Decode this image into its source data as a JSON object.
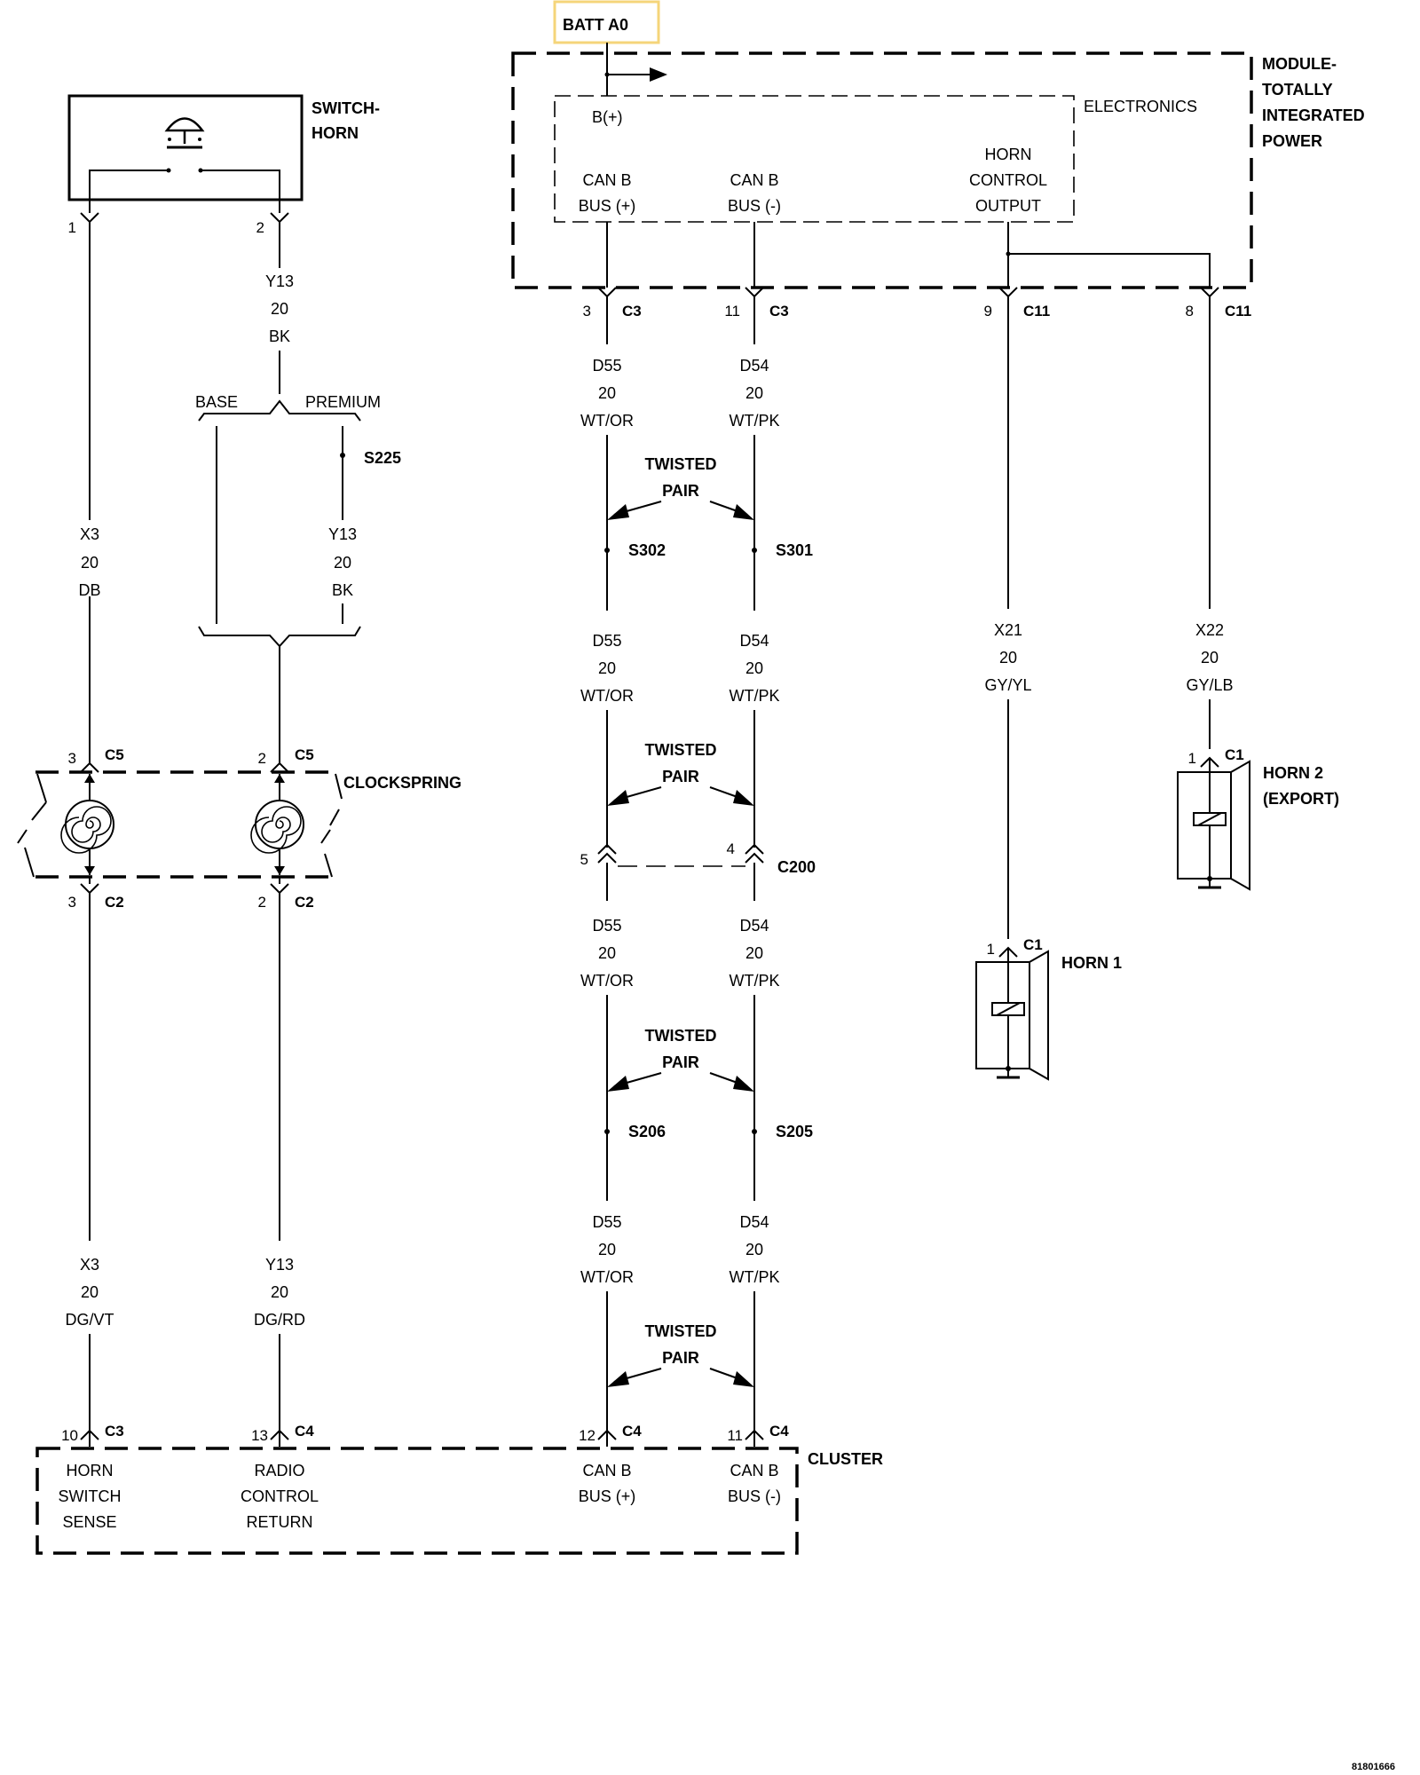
{
  "batt": {
    "label": "BATT A0",
    "highlight_color": "#f5d57a"
  },
  "tipm": {
    "title": [
      "MODULE-",
      "TOTALLY",
      "INTEGRATED",
      "POWER"
    ],
    "electronics": "ELECTRONICS",
    "bplus": "B(+)",
    "canb_plus": [
      "CAN B",
      "BUS (+)"
    ],
    "canb_minus": [
      "CAN B",
      "BUS (-)"
    ],
    "horn_ctrl": [
      "HORN",
      "CONTROL",
      "OUTPUT"
    ]
  },
  "switch_horn": {
    "title": [
      "SWITCH-",
      "HORN"
    ],
    "pin1": "1",
    "pin2": "2"
  },
  "wire_y13_top": [
    "Y13",
    "20",
    "BK"
  ],
  "option_base": "BASE",
  "option_premium": "PREMIUM",
  "splice_s225": "S225",
  "wire_x3_top": [
    "X3",
    "20",
    "DB"
  ],
  "wire_y13_mid": [
    "Y13",
    "20",
    "BK"
  ],
  "clockspring": {
    "title": "CLOCKSPRING",
    "top_left_pin": "3",
    "top_left_conn": "C5",
    "top_right_pin": "2",
    "top_right_conn": "C5",
    "bot_left_pin": "3",
    "bot_left_conn": "C2",
    "bot_right_pin": "2",
    "bot_right_conn": "C2"
  },
  "wire_x3_bot": [
    "X3",
    "20",
    "DG/VT"
  ],
  "wire_y13_bot": [
    "Y13",
    "20",
    "DG/RD"
  ],
  "tipm_pins": {
    "c3_plus_pin": "3",
    "c3_plus_conn": "C3",
    "c3_minus_pin": "11",
    "c3_minus_conn": "C3",
    "c11_a_pin": "9",
    "c11_a_conn": "C11",
    "c11_b_pin": "8",
    "c11_b_conn": "C11"
  },
  "wire_d55": [
    "D55",
    "20",
    "WT/OR"
  ],
  "wire_d54": [
    "D54",
    "20",
    "WT/PK"
  ],
  "twisted_pair": [
    "TWISTED",
    "PAIR"
  ],
  "splices": {
    "s302": "S302",
    "s301": "S301",
    "s206": "S206",
    "s205": "S205"
  },
  "c200": {
    "label": "C200",
    "left_pin": "5",
    "right_pin": "4"
  },
  "wire_x21": [
    "X21",
    "20",
    "GY/YL"
  ],
  "wire_x22": [
    "X22",
    "20",
    "GY/LB"
  ],
  "horn1": {
    "title": "HORN 1",
    "pin": "1",
    "conn": "C1"
  },
  "horn2": {
    "title": [
      "HORN 2",
      "(EXPORT)"
    ],
    "pin": "1",
    "conn": "C1"
  },
  "cluster": {
    "title": "CLUSTER",
    "horn_switch": [
      "HORN",
      "SWITCH",
      "SENSE"
    ],
    "radio_control": [
      "RADIO",
      "CONTROL",
      "RETURN"
    ],
    "canb_plus": [
      "CAN B",
      "BUS (+)"
    ],
    "canb_minus": [
      "CAN B",
      "BUS (-)"
    ],
    "pin_horn": "10",
    "conn_horn": "C3",
    "pin_radio": "13",
    "conn_radio": "C4",
    "pin_canp": "12",
    "conn_canp": "C4",
    "pin_canm": "11",
    "conn_canm": "C4"
  },
  "figure_number": "81801666"
}
